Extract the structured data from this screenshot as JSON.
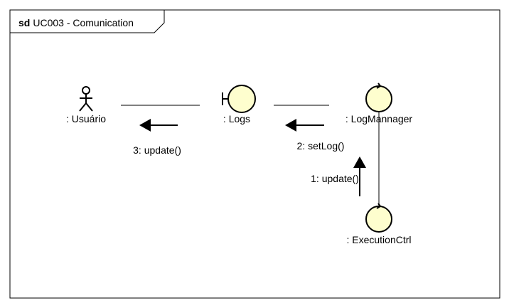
{
  "frame": {
    "kind": "sd",
    "name": "UC003 - Comunication"
  },
  "colors": {
    "node_fill": "#FEFECE",
    "stroke": "#000000",
    "background": "#FFFFFF"
  },
  "nodes": {
    "usuario": {
      "label": ": Usuário",
      "icon": "actor-icon"
    },
    "logs": {
      "label": ": Logs",
      "icon": "boundary-icon"
    },
    "logmannager": {
      "label": ": LogMannager",
      "icon": "control-icon"
    },
    "executionctrl": {
      "label": ": ExecutionCtrl",
      "icon": "control-icon"
    }
  },
  "messages": [
    {
      "label": "1: update()"
    },
    {
      "label": "2: setLog()"
    },
    {
      "label": "3: update()"
    }
  ]
}
